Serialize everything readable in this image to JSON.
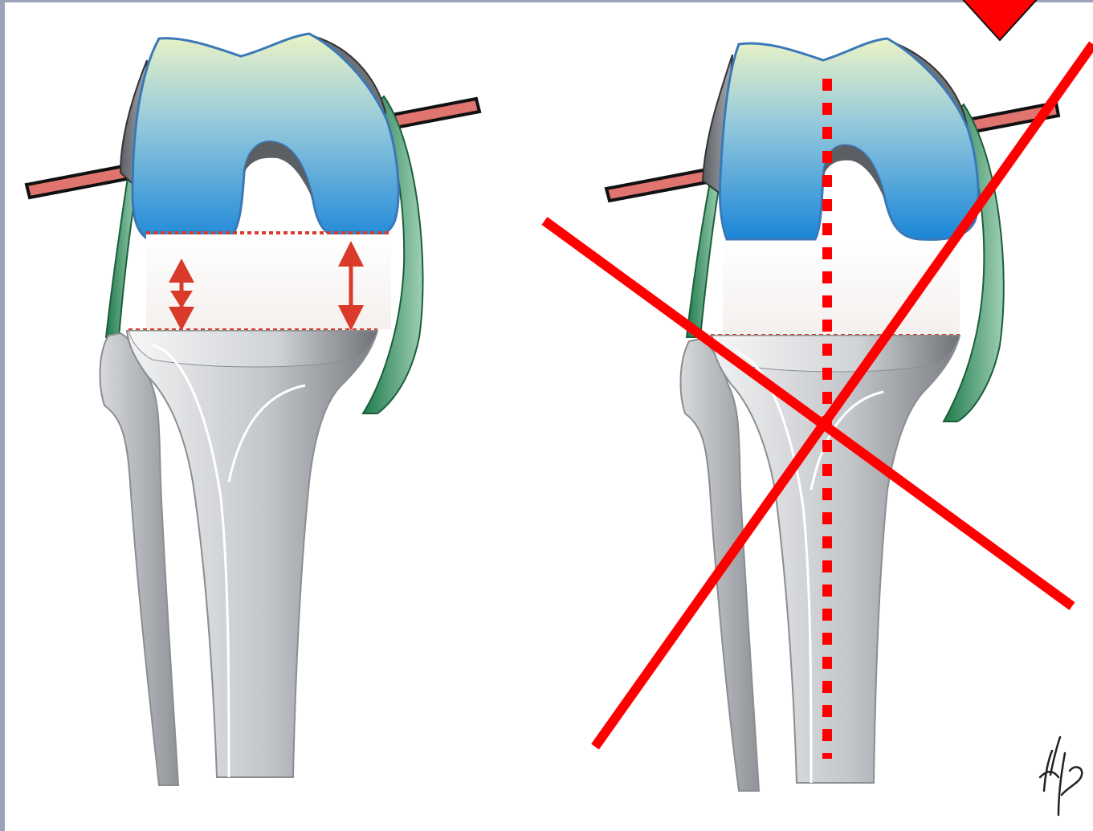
{
  "colors": {
    "femur_top": "#e6f2c8",
    "femur_bottom": "#1e88d8",
    "femur_outline": "#3a78b8",
    "bone_light": "#f3f4f5",
    "bone_dark": "#7c7f84",
    "pin_fill": "#e0746e",
    "ligament": "#2f8f5c",
    "measure_red": "#d93a2a",
    "cross_red": "#ff0000"
  },
  "panels": [
    {
      "id": "balanced-gap",
      "shows": "equal-gap-arrows"
    },
    {
      "id": "crossed-out",
      "shows": "mechanical-axis-dotted-line"
    }
  ],
  "signature": {
    "kind": "artist-initials"
  }
}
